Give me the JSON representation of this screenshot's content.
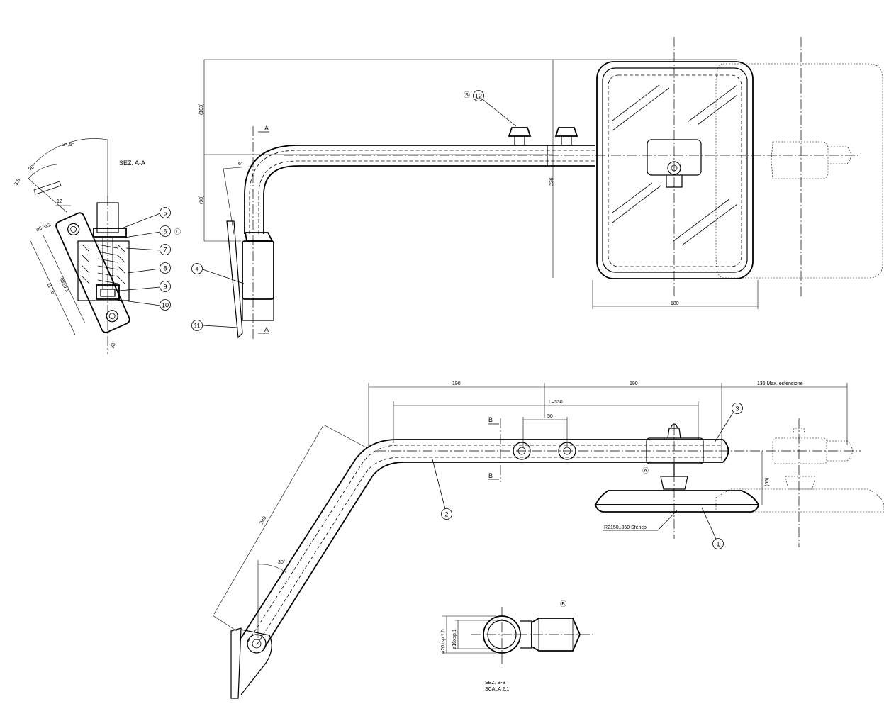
{
  "sections": {
    "a_title": "SEZ. A-A",
    "a_arrow": "A",
    "b_title": "SEZ. B-B",
    "b_scale": "SCALA 2:1",
    "b_arrow": "B"
  },
  "balloons": [
    "1",
    "2",
    "3",
    "4",
    "5",
    "6",
    "7",
    "8",
    "9",
    "10",
    "11",
    "12"
  ],
  "markers": {
    "A": "Ⓐ",
    "B": "Ⓑ",
    "C": "Ⓒ"
  },
  "dimensions": {
    "angle_24": "24.5°",
    "angle_90": "90°",
    "d35": "3.5",
    "d12": "12",
    "bore": "ø6.3x2",
    "d98": "98±0.1",
    "d117": "117.5",
    "d28": "28",
    "d103": "(103)",
    "d98p": "(98)",
    "d6deg": "6°",
    "d236": "236",
    "d180": "180",
    "d190a": "190",
    "d190b": "190",
    "d136": "136 Max. estensione",
    "dL": "L=330",
    "d50": "50",
    "d240": "240",
    "d30": "30°",
    "d65": "(65)",
    "sphere": "R2150±350 Sferico",
    "tube_out": "ø20xsp.1.5",
    "tube_in": "ø16xsp.1"
  }
}
